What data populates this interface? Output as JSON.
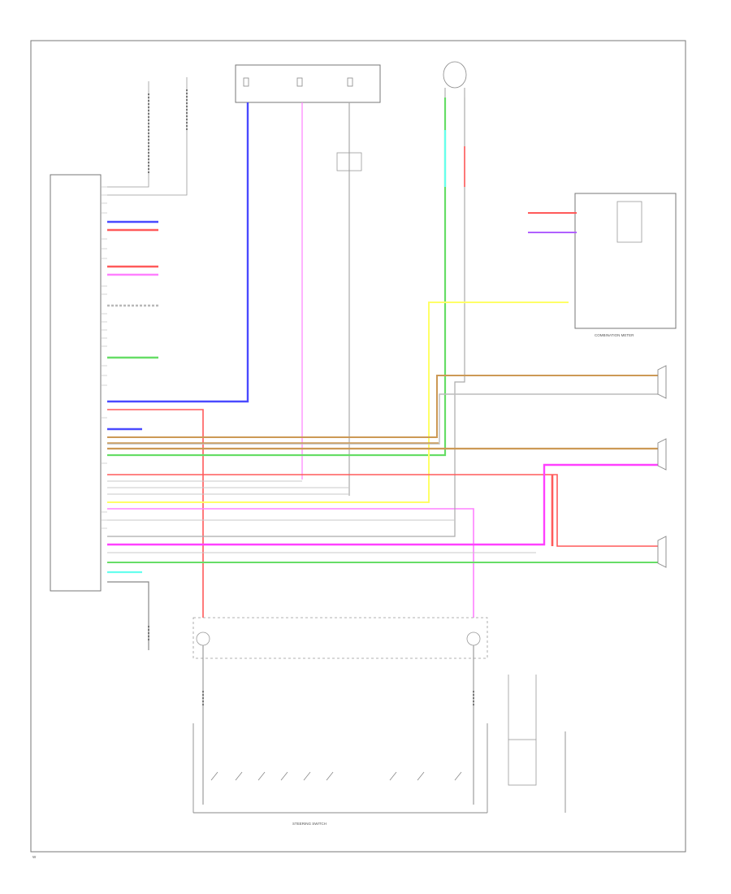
{
  "colors": {
    "blue": "#4a4aff",
    "red": "#ff5a5a",
    "pink": "#ff80ff",
    "green": "#66dd66",
    "yellow": "#ffff66",
    "tan": "#cc9955",
    "gray": "#9a9a9a",
    "cyan": "#66ffee",
    "purple": "#b060ff"
  },
  "labels": {
    "combination_meter": "COMBINATION METER",
    "steering_switch": "STEERING SWITCH",
    "footer": "W"
  }
}
